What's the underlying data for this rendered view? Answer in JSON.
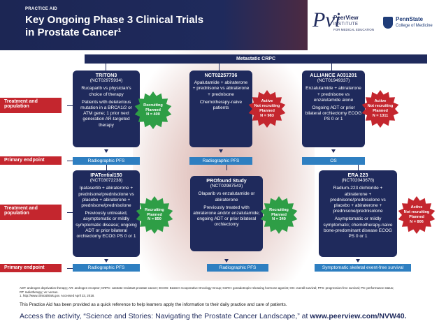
{
  "header": {
    "practice_aid": "PRACTICE AID",
    "title_line1": "Key Ongoing Phase 3 Clinical Trials",
    "title_line2": "in Prostate Cancer¹",
    "pvi": {
      "mark": "Pvi",
      "line1": "PeerView",
      "line2": "INSTITUTE",
      "line3": "FOR MEDICAL EDUCATION"
    },
    "psu": {
      "line1": "PennState",
      "line2": "College of Medicine"
    }
  },
  "mcrpc_label": "Metastatic CRPC",
  "side_labels": {
    "treatment_1": "Treatment and population",
    "endpoint_1": "Primary endpoint",
    "treatment_2": "Treatment and population",
    "endpoint_2": "Primary endpoint"
  },
  "trials": [
    {
      "name": "TRITON3",
      "nct": "(NCT02975934)",
      "lines": [
        "Rucaparib vs physician's choice of therapy",
        "Patients with deleterious mutation in a BRCA1/2 or ATM gene; 1 prior next generation AR-targeted therapy"
      ],
      "status": [
        "Recruiting",
        "Planned",
        "N = 400"
      ],
      "endpoint": "Radiographic PFS"
    },
    {
      "name": "NCT02257736",
      "nct": "",
      "lines": [
        "Apalutamide + abiraterone + prednisone vs abiraterone + prednisone",
        "Chemotherapy-naive patients"
      ],
      "status": [
        "Active",
        "Not recruiting",
        "Planned",
        "N = 983"
      ],
      "endpoint": "Radiographic PFS"
    },
    {
      "name": "ALLIANCE A031201",
      "nct": "(NCT01949337)",
      "lines": [
        "Enzalutamide + abiraterone + prednisone vs enzalutamide alone",
        "Ongoing ADT or prior bilateral orchiectomy ECOG PS 0 or 1"
      ],
      "status": [
        "Active",
        "Not recruiting",
        "Planned",
        "N = 1311"
      ],
      "endpoint": "OS"
    },
    {
      "name": "IPATential150",
      "nct": "(NCT03072238)",
      "lines": [
        "Ipatasertib + abiraterone + prednisone/prednisolone vs placebo + abiraterone + prednisone/prednisolone",
        "Previously untreated, asymptomatic or mildly symptomatic disease; ongoing ADT or prior bilateral orchiectomy ECOG PS 0 or 1"
      ],
      "status": [
        "Recruiting",
        "Planned",
        "N = 850"
      ],
      "endpoint": "Radiographic PFS"
    },
    {
      "name": "PROfound Study",
      "nct": "(NCT02987543)",
      "lines": [
        "Olaparib vs enzalutamide or abiraterone",
        "Previously treated with abiraterone and/or enzalutamide; ongoing ADT or prior bilateral orchiectomy"
      ],
      "status": [
        "Recruiting",
        "Planned",
        "N = 340"
      ],
      "endpoint": "Radiographic PFS"
    },
    {
      "name": "ERA 223",
      "nct": "(NCT02043678)",
      "lines": [
        "Radium-223 dichloride + abiraterone + prednisone/prednisolone vs placebo + abiraterone + prednisone/prednisolone",
        "Asymptomatic or mildly symptomatic; chemotherapy-naive bone-predominant disease ECOG PS 0 or 1"
      ],
      "status": [
        "Active",
        "Not recruiting",
        "Planned",
        "N = 806"
      ],
      "endpoint": "Symptomatic skeletal event-free survival"
    }
  ],
  "colors": {
    "navy": "#1f2a5c",
    "red": "#c4262e",
    "green": "#2e9e46",
    "blue": "#2e7fc1"
  },
  "footnote_line1": "ADT: androgen deprivation therapy; AR: androgen receptor; CRPC: castrate-resistant prostate cancer; ECOG: Eastern Cooperative Oncology Group; GnRH: gonadotropin-releasing hormone agonist; OS: overall survival; PFS: progression-free survival; PS: performance status;",
  "footnote_line2": "RT: radiotherapy; vs: versus.",
  "footnote_line3": "1. http://www.clinicaltrials.gov. Accessed April 23, 2018.",
  "provided": "This Practice Aid has been provided as a quick reference to help learners apply the information to their daily practice and care of patients.",
  "access_prefix": "Access the activity, “Science and Stories: Navigating the Prostate Cancer Landscape,” at ",
  "access_url": "www.peerview.com/NVW40."
}
